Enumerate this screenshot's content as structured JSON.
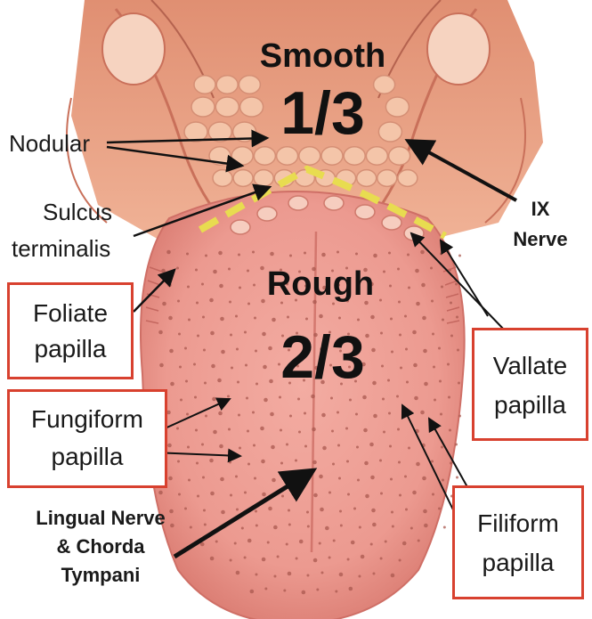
{
  "diagram": {
    "regions": {
      "posterior": {
        "heading": "Smooth",
        "fraction": "1/3"
      },
      "anterior": {
        "heading": "Rough",
        "fraction": "2/3"
      }
    },
    "labels": {
      "nodular": "Nodular",
      "sulcus_line1": "Sulcus",
      "sulcus_line2": "terminalis",
      "ix_line1": "IX",
      "ix_line2": "Nerve",
      "foliate_line1": "Foliate",
      "foliate_line2": "papilla",
      "vallate_line1": "Vallate",
      "vallate_line2": "papilla",
      "fungiform_line1": "Fungiform",
      "fungiform_line2": "papilla",
      "filiform_line1": "Filiform",
      "filiform_line2": "papilla",
      "lingual_line1": "Lingual Nerve",
      "lingual_line2": "& Chorda",
      "lingual_line3": "Tympani"
    },
    "colors": {
      "tongue": "#ec9a90",
      "tongue_shade": "#d97a70",
      "throat": "#e8a283",
      "nodule": "#f4c5a9",
      "sulcus_dash": "#e8dc50",
      "box_border": "#d8412f"
    }
  }
}
